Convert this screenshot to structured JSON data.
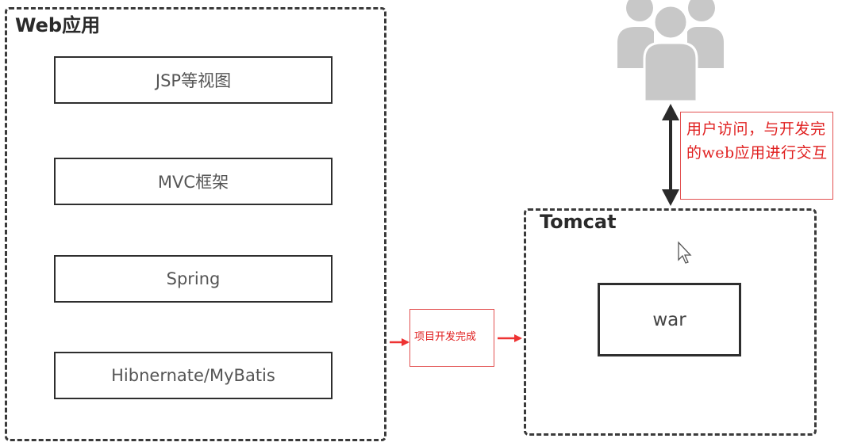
{
  "web_app": {
    "title": "Web应用",
    "layers": [
      "JSP等视图",
      "MVC框架",
      "Spring",
      "Hibnernate/MyBatis"
    ]
  },
  "transition_note": "项目开发完成",
  "tomcat": {
    "title": "Tomcat",
    "artifact": "war"
  },
  "user_note": "用户访问，与开发完的web应用进行交互",
  "icons": {
    "users": "users-group-icon",
    "cursor": "mouse-cursor-icon"
  },
  "colors": {
    "annotation": "#e02020",
    "dashed_border": "#3a3a3a",
    "user_icon": "#c8c8c8"
  }
}
